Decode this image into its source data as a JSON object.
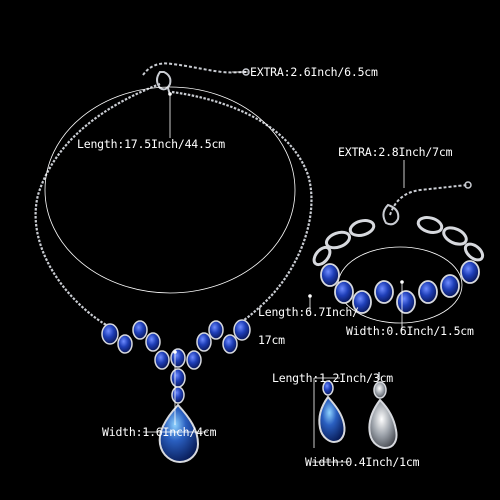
{
  "necklace": {
    "extra_label": "EXTRA:2.6Inch/6.5cm",
    "length_label": "Length:17.5Inch/44.5cm",
    "width_label": "Width:1.6Inch/4cm"
  },
  "bracelet": {
    "extra_label": "EXTRA:2.8Inch/7cm",
    "length_label_line1": "Length:6.7Inch/",
    "length_label_line2": "17cm",
    "width_label": "Width:0.6Inch/1.5cm"
  },
  "earrings": {
    "length_label": "Length:1.2Inch/3cm",
    "width_label": "Width:0.4Inch/1cm"
  },
  "colors": {
    "background": "#000000",
    "chain": "#c9ccd2",
    "gem_blue": "#1f3fb8",
    "gem_dark": "#0a1a6e",
    "label_text": "#ffffff"
  }
}
